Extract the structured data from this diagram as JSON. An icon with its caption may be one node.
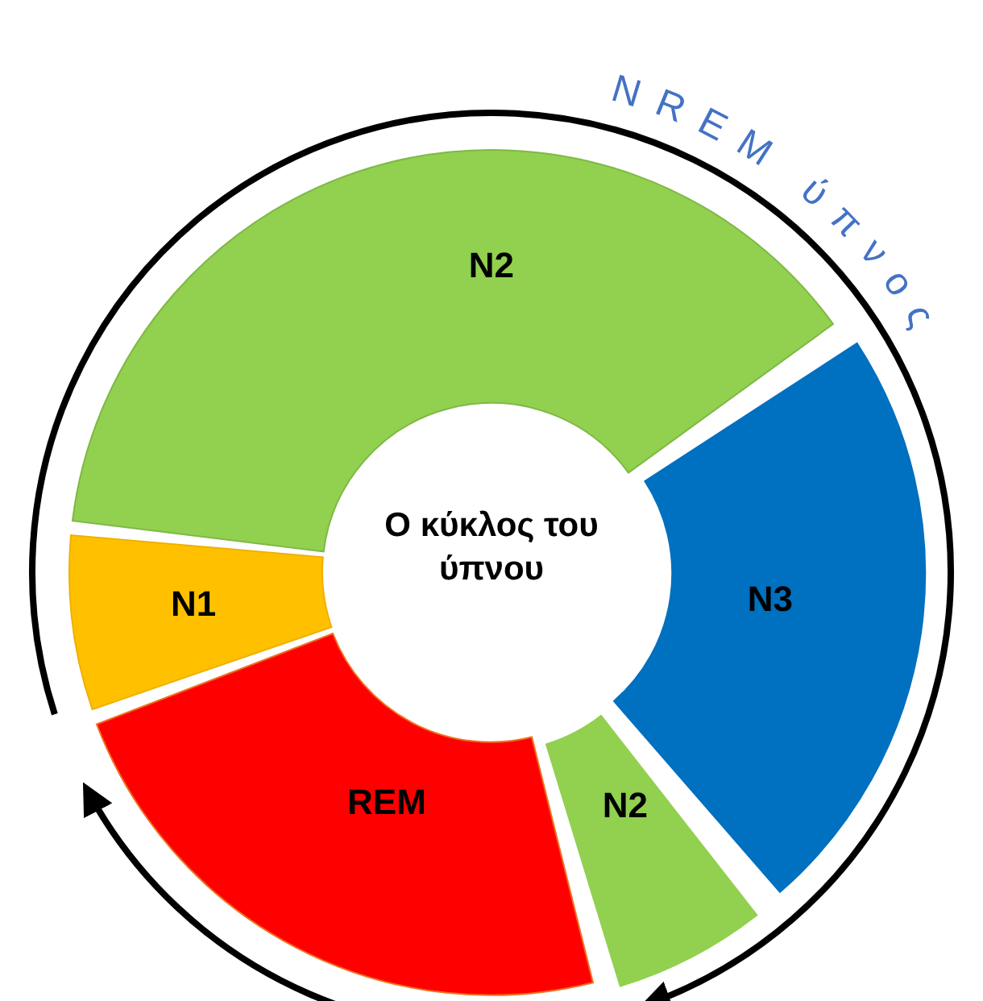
{
  "diagram": {
    "nodes": [
      {
        "text": [
          "N2"
        ]
      },
      {
        "text": [
          "N3"
        ]
      },
      {
        "text": [
          "Ο κύκλος του ύπνου"
        ]
      },
      {
        "text": [
          "N1"
        ]
      },
      {
        "text": [
          "REM"
        ]
      },
      {
        "text": [
          "N2"
        ]
      }
    ],
    "labels": [
      "NREM ύπνος"
    ]
  }
}
